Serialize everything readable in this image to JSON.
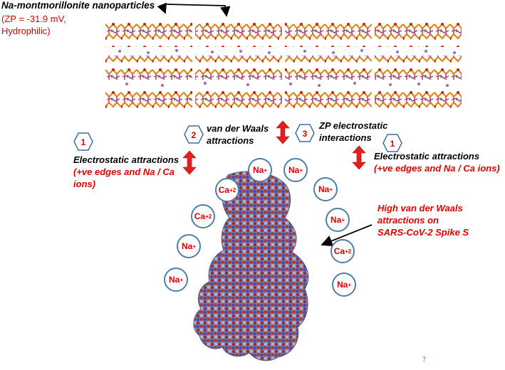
{
  "title": "Na-montmorillonite nanoparticles",
  "zp_line1": "(ZP = -31.9 mV,",
  "zp_line2": "Hydrophilic)",
  "steps": {
    "left": {
      "number": "1",
      "line1": "Electrostatic attractions",
      "line2": "(+ve edges and Na / Ca",
      "line3": "ions)"
    },
    "vdw": {
      "number": "2",
      "line1": "van der Waals",
      "line2": "attractions"
    },
    "zp": {
      "number": "3",
      "line1": "ZP electrostatic",
      "line2": "interactions"
    },
    "right": {
      "number": "1",
      "line1": "Electrostatic attractions",
      "line2": "(+ve edges and Na / Ca ions)"
    }
  },
  "spike_label": {
    "line1": "High van der Waals",
    "line2": "attractions on",
    "line3": "SARS-CoV-2 Spike S"
  },
  "ions": [
    {
      "base": "Na",
      "charge": "+"
    },
    {
      "base": "Na",
      "charge": "+"
    },
    {
      "base": "Ca",
      "charge": "+2"
    },
    {
      "base": "Na",
      "charge": "+"
    },
    {
      "base": "Ca",
      "charge": "+2"
    },
    {
      "base": "Na",
      "charge": "+"
    },
    {
      "base": "Na",
      "charge": "+"
    },
    {
      "base": "Ca",
      "charge": "+2"
    },
    {
      "base": "Na",
      "charge": "+"
    },
    {
      "base": "Na",
      "charge": "+"
    }
  ],
  "corner_mark": "7",
  "colors": {
    "label_red": "#e00000",
    "ion_ring": "#4f7fa8",
    "arrow_red": "#e02020",
    "hex_stroke": "#3f6f9f"
  }
}
